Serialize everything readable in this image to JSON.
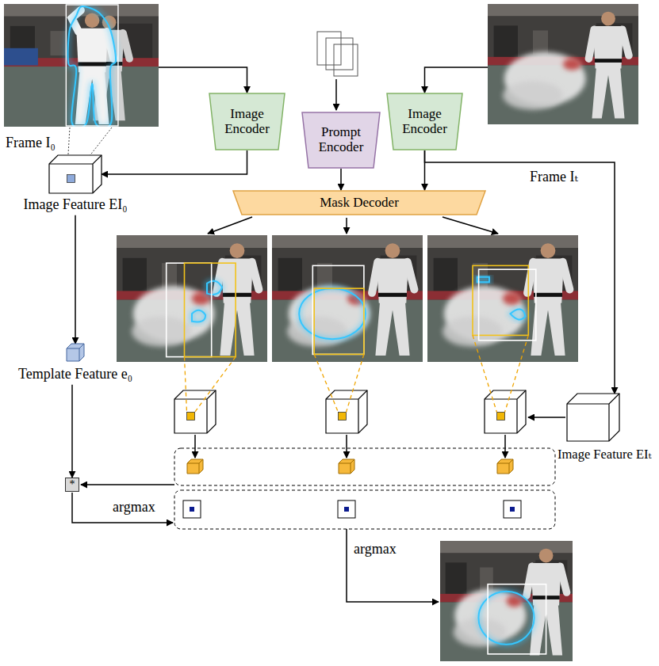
{
  "diagram": {
    "nodes": [
      {
        "text": [
          "Frame I₀"
        ]
      },
      {
        "text": [
          "Image Encoder"
        ]
      },
      {
        "text": [
          "Prompt Encoder"
        ]
      },
      {
        "text": [
          "Image Encoder"
        ]
      },
      {
        "text": [
          "Frame Iₜ"
        ]
      },
      {
        "text": [
          "Mask Decoder"
        ]
      },
      {
        "text": [
          "Image Feature EI₀"
        ]
      },
      {
        "text": [
          "Template Feature e₀"
        ]
      },
      {
        "text": [
          "Image Feature EIₜ"
        ]
      },
      {
        "text": [
          "*"
        ]
      }
    ],
    "edges": [
      {
        "from": 0,
        "to": 1,
        "arrow": "to"
      },
      {
        "from": 1,
        "to": 6,
        "arrow": "to"
      },
      {
        "from": 4,
        "to": 3,
        "arrow": "to"
      },
      {
        "from": 2,
        "to": 5,
        "arrow": "to"
      },
      {
        "from": 3,
        "to": 5,
        "arrow": "to"
      },
      {
        "from": 3,
        "to": 8,
        "arrow": "to"
      },
      {
        "from": 6,
        "to": 7,
        "arrow": "to"
      },
      {
        "from": 7,
        "to": 9,
        "arrow": "to"
      }
    ],
    "labels": [
      "argmax",
      "argmax"
    ]
  }
}
